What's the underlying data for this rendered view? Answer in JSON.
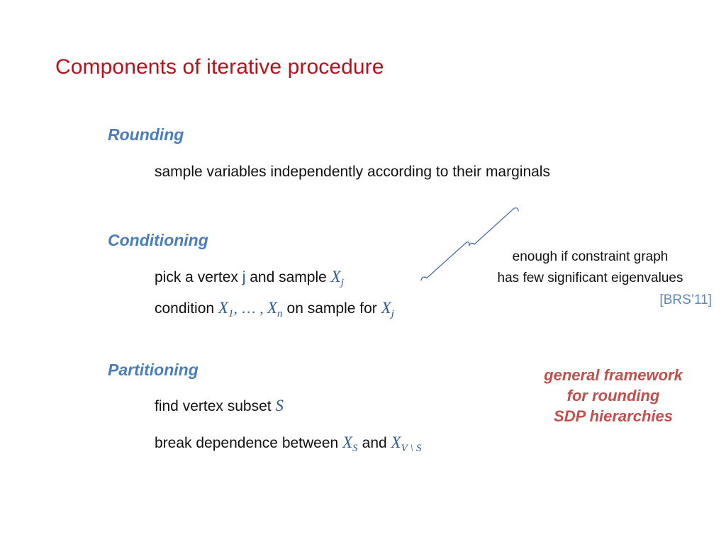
{
  "slide": {
    "title": "Components of iterative procedure",
    "background": "#ffffff",
    "colors": {
      "title_red": "#b5121b",
      "heading_blue": "#4a7ebb",
      "math_blue": "#2e5b8a",
      "cite_blue": "#5b89c0",
      "framework_red": "#c0504d",
      "body_black": "#111111",
      "brace_blue": "#4a6fa5"
    }
  },
  "sections": [
    {
      "heading": "Rounding",
      "lines": [
        {
          "text": "sample variables independently according to their marginals"
        }
      ]
    },
    {
      "heading": "Conditioning",
      "lines": [
        {
          "prefix": "pick a vertex ",
          "token": "j",
          "middle": " and sample ",
          "var": "X",
          "sub": "j"
        },
        {
          "prefix": "condition ",
          "var1": "X",
          "sub1": "1",
          "sep": ", … , ",
          "var2": "X",
          "sub2": "n",
          "middle": " on sample for ",
          "var3": "X",
          "sub3": "j"
        }
      ]
    },
    {
      "heading": "Partitioning",
      "lines": [
        {
          "prefix": "find vertex subset ",
          "var": "S"
        },
        {
          "prefix": "break dependence between ",
          "var1": "X",
          "sub1": "S",
          "middle": " and ",
          "var2": "X",
          "sub2": "V \\ S"
        }
      ]
    }
  ],
  "note": {
    "line1": "enough if constraint graph",
    "line2": "has few significant eigenvalues",
    "citation": "[BRS’11]"
  },
  "framework": {
    "line1": "general framework",
    "line2": "for rounding",
    "line3": "SDP hierarchies"
  },
  "brace": {
    "name": "diagonal-curly-brace",
    "color": "#4a6fa5"
  }
}
